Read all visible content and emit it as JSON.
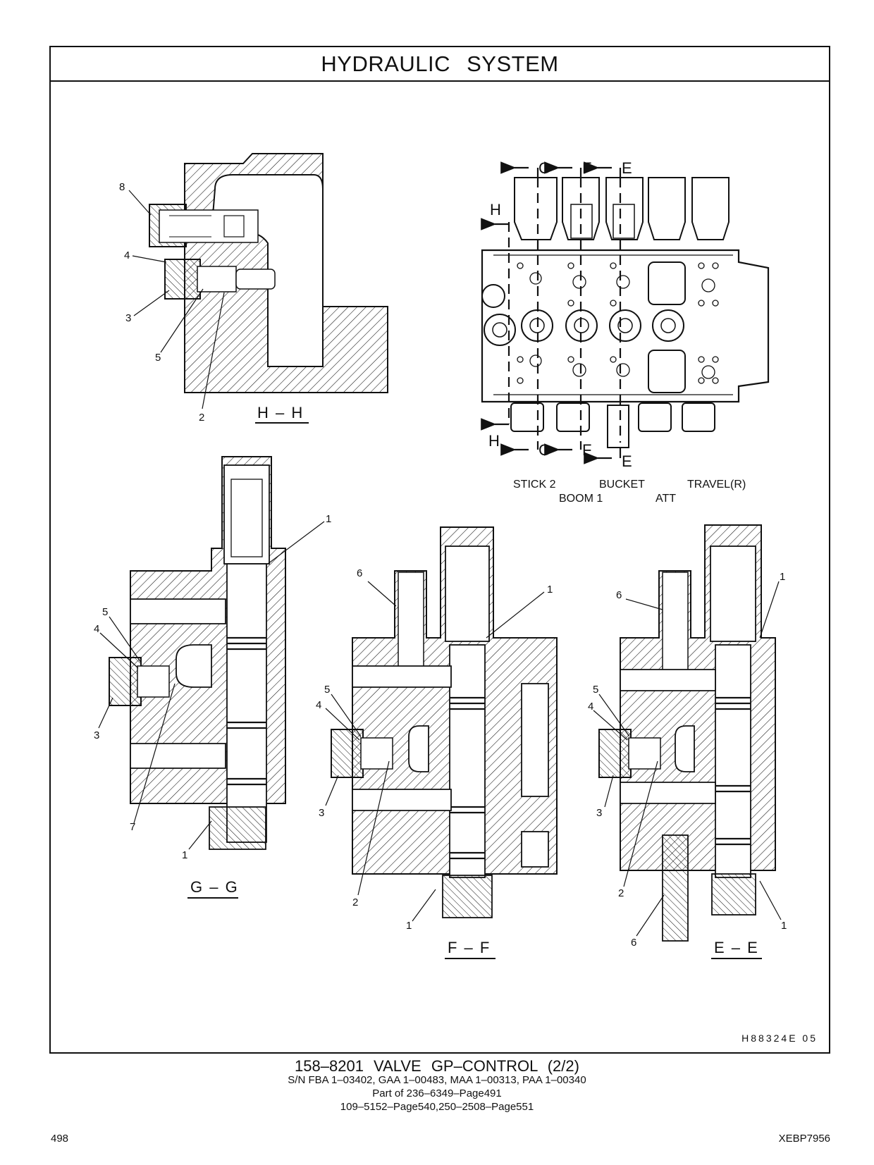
{
  "header": {
    "title": "HYDRAULIC SYSTEM"
  },
  "figure": {
    "code": "H88324E   05",
    "views": {
      "hh": {
        "label": "H – H",
        "callouts": [
          "8",
          "4",
          "3",
          "5",
          "2"
        ]
      },
      "gg": {
        "label": "G – G",
        "callouts": [
          "1",
          "5",
          "4",
          "3",
          "7",
          "1"
        ]
      },
      "ff": {
        "label": "F – F",
        "callouts": [
          "6",
          "1",
          "5",
          "4",
          "3",
          "2",
          "1"
        ]
      },
      "ee": {
        "label": "E – E",
        "callouts": [
          "6",
          "1",
          "5",
          "4",
          "3",
          "2",
          "6",
          "1"
        ]
      }
    },
    "section_marks": {
      "g": "G",
      "f": "F",
      "e": "E",
      "h": "H"
    },
    "stations": [
      "STICK 2",
      "BOOM 1",
      "BUCKET",
      "ATT",
      "TRAVEL(R)"
    ]
  },
  "caption": {
    "main": "158–8201   VALVE  GP–CONTROL (2/2)",
    "serials": "S/N FBA 1–03402, GAA 1–00483, MAA 1–00313, PAA 1–00340",
    "part_of": "Part of 236–6349–Page491",
    "pages": "109–5152–Page540,250–2508–Page551"
  },
  "footer": {
    "page_number": "498",
    "document_number": "XEBP7956"
  }
}
